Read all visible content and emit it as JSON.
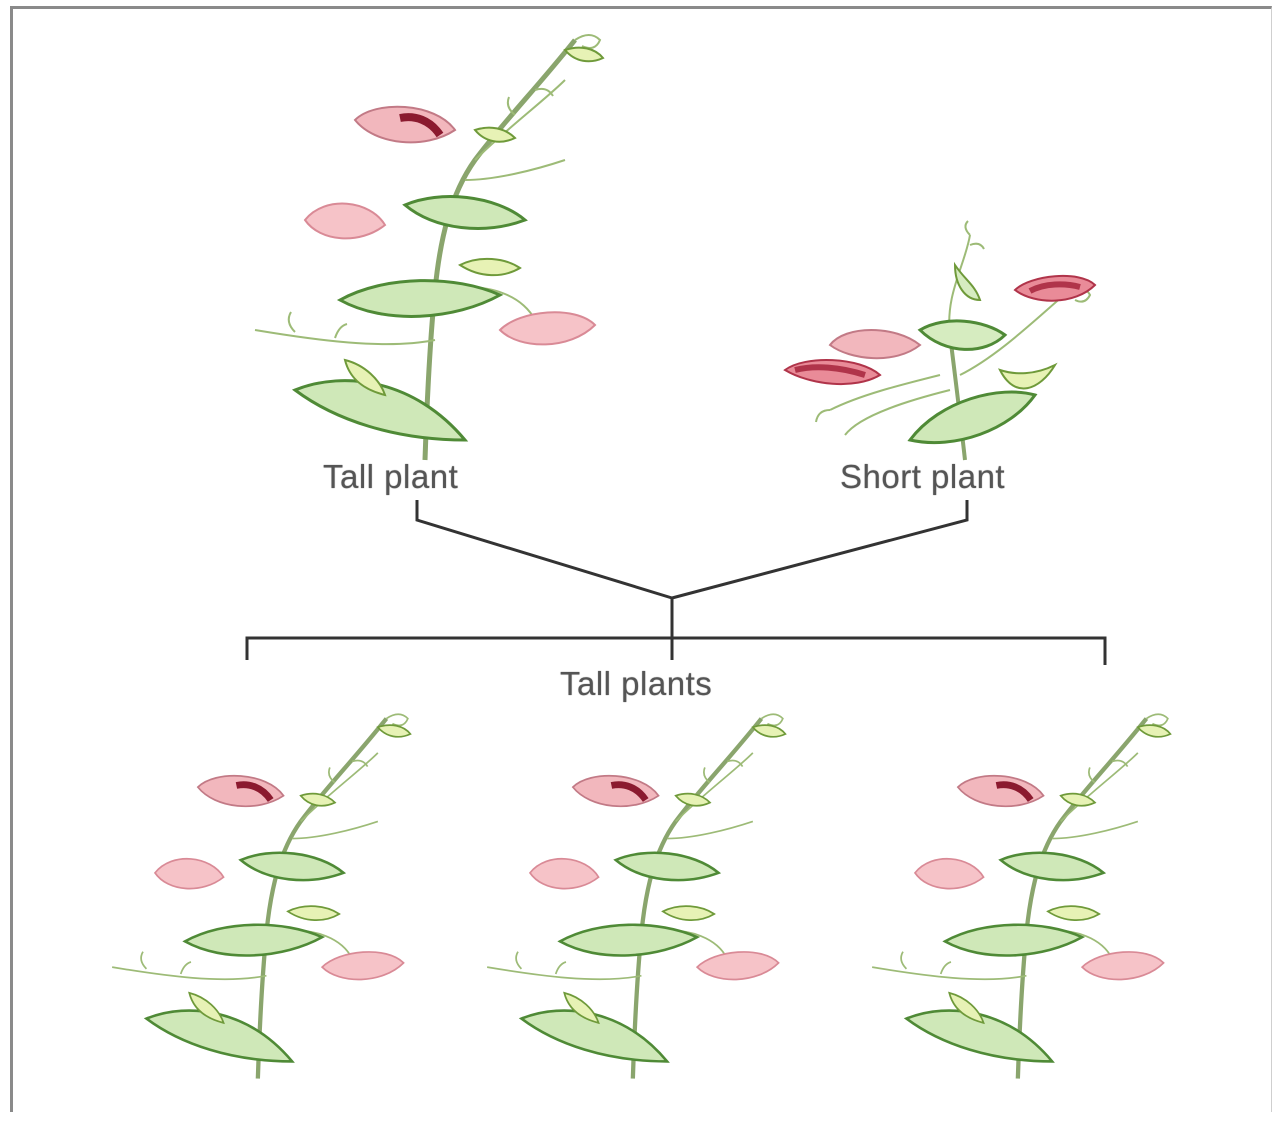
{
  "parents": {
    "tall_label": "Tall plant",
    "short_label": "Short plant"
  },
  "offspring": {
    "label": "Tall plants",
    "count": 3
  },
  "colors": {
    "leaf_fill": "#cfe8b8",
    "leaf_stroke": "#4f8a36",
    "tendril": "#9dbb77",
    "petal_light": "#f2b7bd",
    "petal_dark": "#b0344a",
    "stem": "#8aa56d",
    "cross_line": "#333333",
    "frame": "#8a8a8a"
  }
}
